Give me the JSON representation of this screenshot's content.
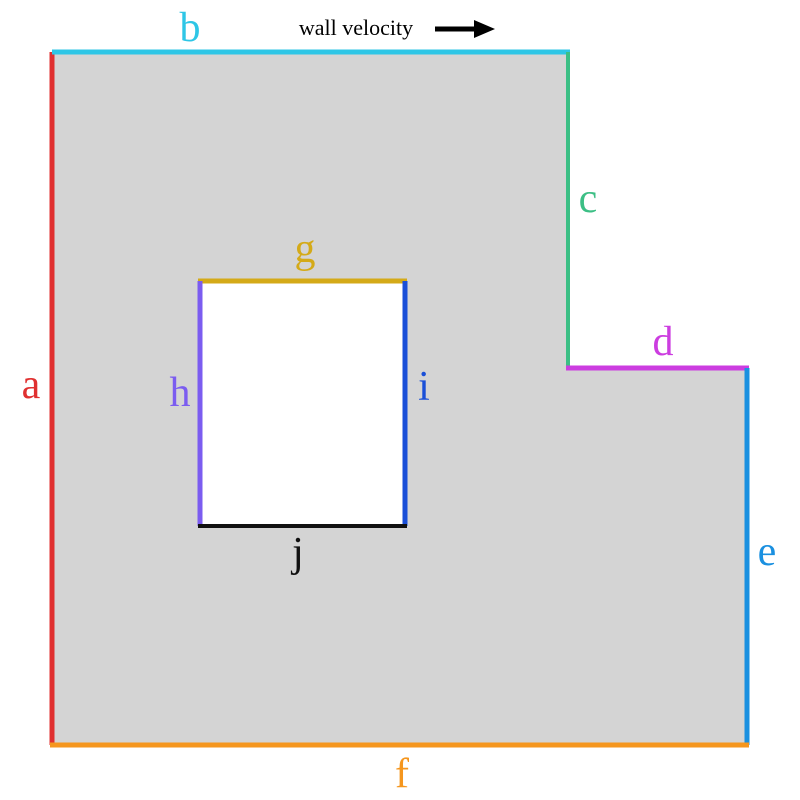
{
  "colors": {
    "domain_fill": "#d4d4d4",
    "hole_fill": "#ffffff",
    "background": "#ffffff",
    "arrow": "#000000"
  },
  "annotation": {
    "text": "wall velocity",
    "arrow_icon": "right-arrow-icon"
  },
  "boundaries": {
    "a": {
      "label": "a",
      "color": "#e03030"
    },
    "b": {
      "label": "b",
      "color": "#2ec6e6"
    },
    "c": {
      "label": "c",
      "color": "#3cbf85"
    },
    "d": {
      "label": "d",
      "color": "#cc3de0"
    },
    "e": {
      "label": "e",
      "color": "#1a90e0"
    },
    "f": {
      "label": "f",
      "color": "#f5961e"
    },
    "g": {
      "label": "g",
      "color": "#d4aa18"
    },
    "h": {
      "label": "h",
      "color": "#7b5cf0"
    },
    "i": {
      "label": "i",
      "color": "#1a4fd8"
    },
    "j": {
      "label": "j",
      "color": "#111111"
    }
  }
}
